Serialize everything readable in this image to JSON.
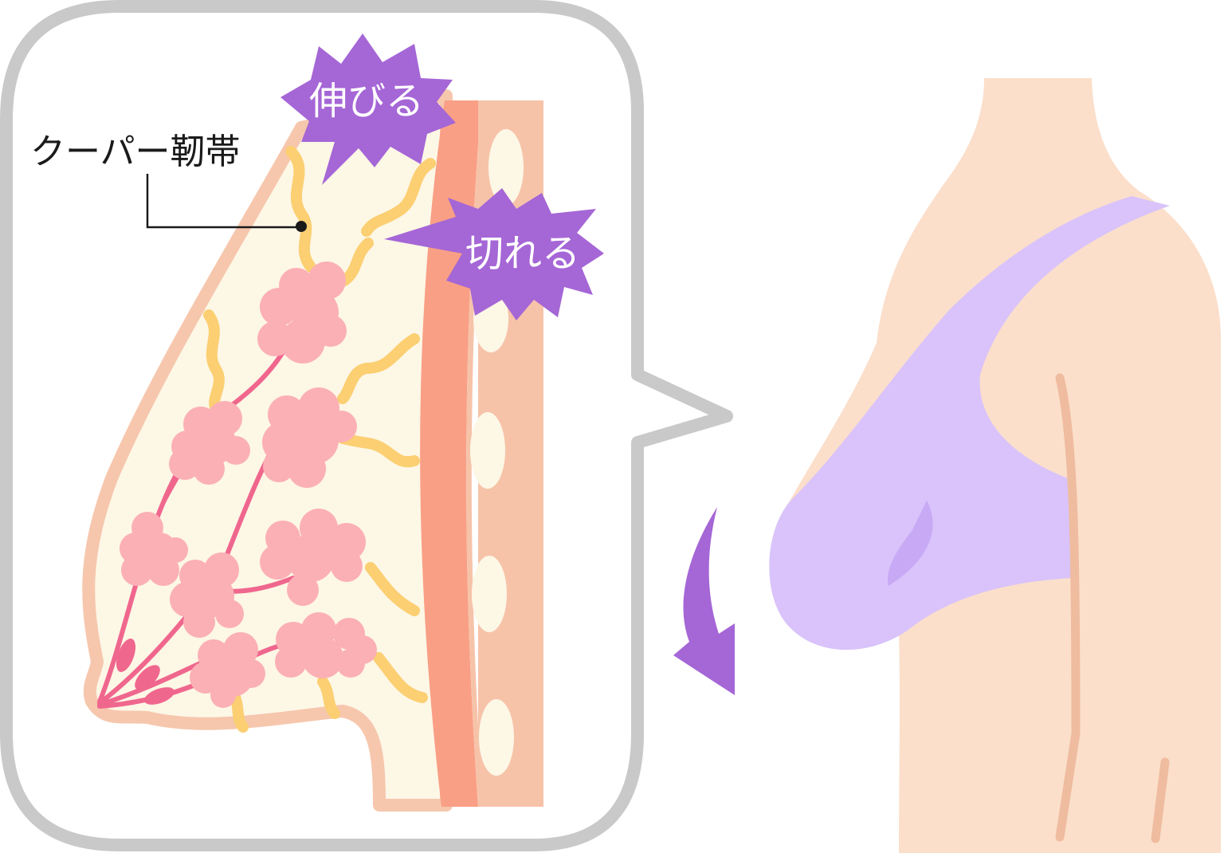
{
  "labels": {
    "ligament": "クーパー靭帯",
    "stretch": "伸びる",
    "tear": "切れる"
  },
  "icons": {
    "arrow": "curved-down-arrow-icon"
  },
  "colors": {
    "callout_border": "#c9c9c9",
    "skin_outline": "#f6c7ad",
    "fat_tissue": "#fdf7e6",
    "ligament": "#fbcf72",
    "gland": "#fbb0b5",
    "duct": "#f0678e",
    "muscle": "#f99f85",
    "chest_wall": "#f6c3a9",
    "rib": "#fdf7e6",
    "burst": "#a566d6",
    "body_skin": "#fbdfcb",
    "bra": "#d9c3fa",
    "bra_shadow": "#c7a9f5",
    "body_line": "#efbca0",
    "arrow": "#a566d6"
  }
}
